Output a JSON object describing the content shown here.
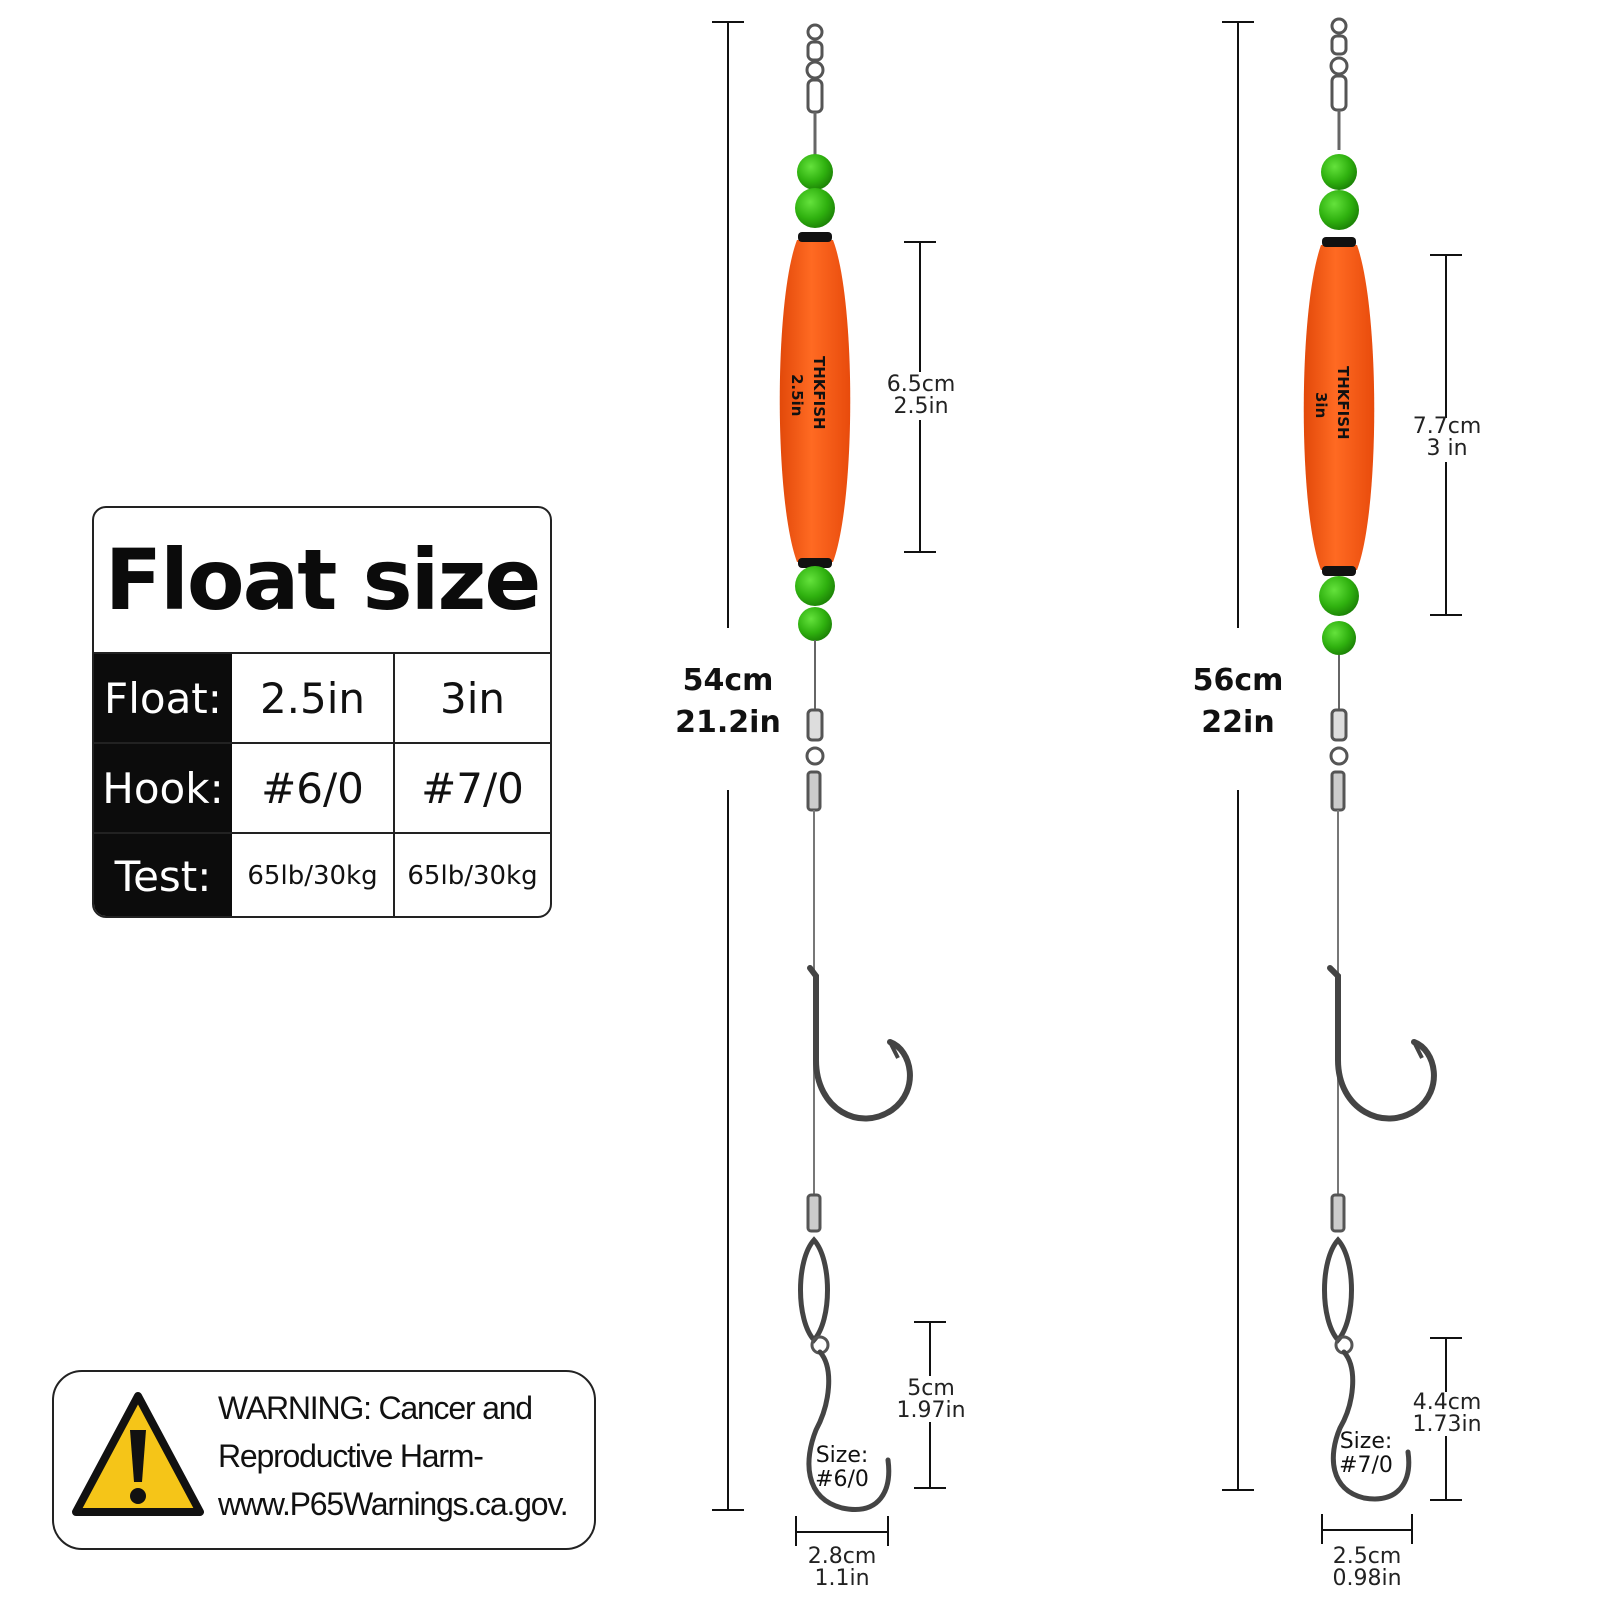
{
  "table": {
    "title": "Float size",
    "rows": [
      {
        "label": "Float:",
        "values": [
          "2.5in",
          "3in"
        ]
      },
      {
        "label": "Hook:",
        "values": [
          "#6/0",
          "#7/0"
        ]
      },
      {
        "label": "Test:",
        "values": [
          "65lb/30kg",
          "65lb/30kg"
        ]
      }
    ]
  },
  "warning": {
    "line1": "WARNING: Cancer and",
    "line2": "Reproductive Harm-",
    "line3": "www.P65Warnings.ca.gov."
  },
  "rigs": [
    {
      "brand": "THKFISH",
      "float_marking": "2.5in",
      "total_length_cm": "54cm",
      "total_length_in": "21.2in",
      "float_length_cm": "6.5cm",
      "float_length_in": "2.5in",
      "hook_length_cm": "5cm",
      "hook_length_in": "1.97in",
      "hook_gap_cm": "2.8cm",
      "hook_gap_in": "1.1in",
      "size_label": "Size:",
      "size_value": "#6/0"
    },
    {
      "brand": "THKFISH",
      "float_marking": "3in",
      "total_length_cm": "56cm",
      "total_length_in": "22in",
      "float_length_cm": "7.7cm",
      "float_length_in": "3 in",
      "hook_length_cm": "4.4cm",
      "hook_length_in": "1.73in",
      "hook_gap_cm": "2.5cm",
      "hook_gap_in": "0.98in",
      "size_label": "Size:",
      "size_value": "#7/0"
    }
  ],
  "colors": {
    "float": "#ff5a14",
    "bead": "#2fb10f",
    "warning_yellow": "#f5c518"
  }
}
